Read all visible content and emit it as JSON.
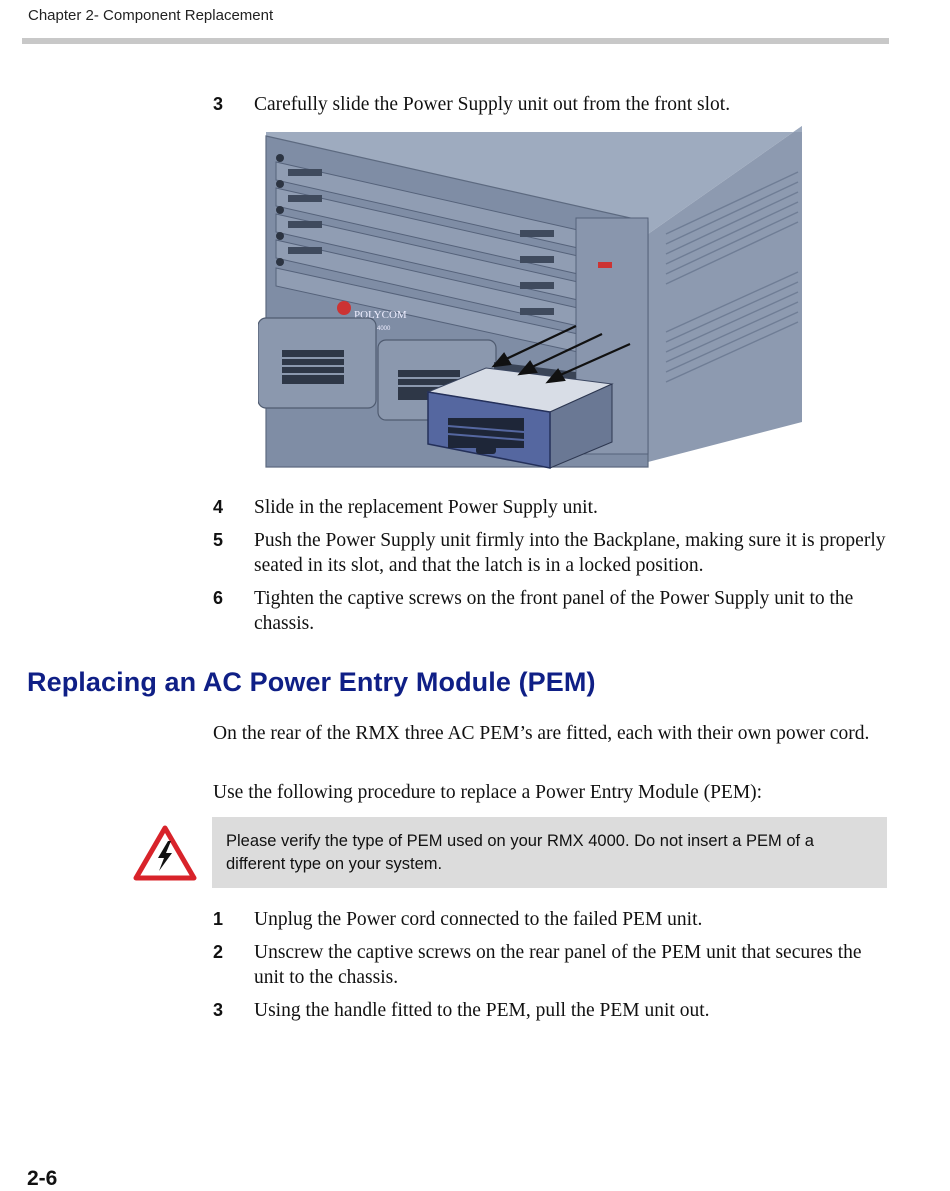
{
  "header": {
    "running_title": "Chapter 2- Component Replacement"
  },
  "steps_top": [
    {
      "num": "3",
      "text": "Carefully slide the Power Supply unit out from the front slot."
    },
    {
      "num": "4",
      "text": "Slide in the replacement Power Supply unit."
    },
    {
      "num": "5",
      "text": "Push the Power Supply unit firmly into the Backplane, making sure it is properly seated in its slot, and that the latch is in a locked position."
    },
    {
      "num": "6",
      "text": "Tighten the captive screws on the front panel of the Power Supply unit to the chassis."
    }
  ],
  "figure": {
    "brand_label": "POLYCOM",
    "model_label": "RMX 4000"
  },
  "section": {
    "heading": "Replacing an AC Power Entry Module (PEM)",
    "intro": "On the rear of the RMX three AC PEM’s are fitted, each with their own power cord.",
    "procedure_intro": "Use the following procedure to replace a Power Entry Module (PEM):"
  },
  "warning": {
    "icon": "electrical-hazard-warning-icon",
    "text": "Please verify the type of PEM used on your RMX 4000. Do not insert a PEM of a different type on your system."
  },
  "steps_bottom": [
    {
      "num": "1",
      "text": "Unplug the Power cord connected to the failed PEM unit."
    },
    {
      "num": "2",
      "text": "Unscrew the captive screws on the rear panel of the PEM unit that secures the unit to the chassis."
    },
    {
      "num": "3",
      "text": "Using the handle fitted to the PEM, pull the PEM unit out."
    }
  ],
  "footer": {
    "page_number": "2-6"
  },
  "colors": {
    "heading": "#0f1f86",
    "note_background": "#dcdcdc",
    "warning_red": "#d8232a",
    "chassis": "#7f8da5"
  }
}
